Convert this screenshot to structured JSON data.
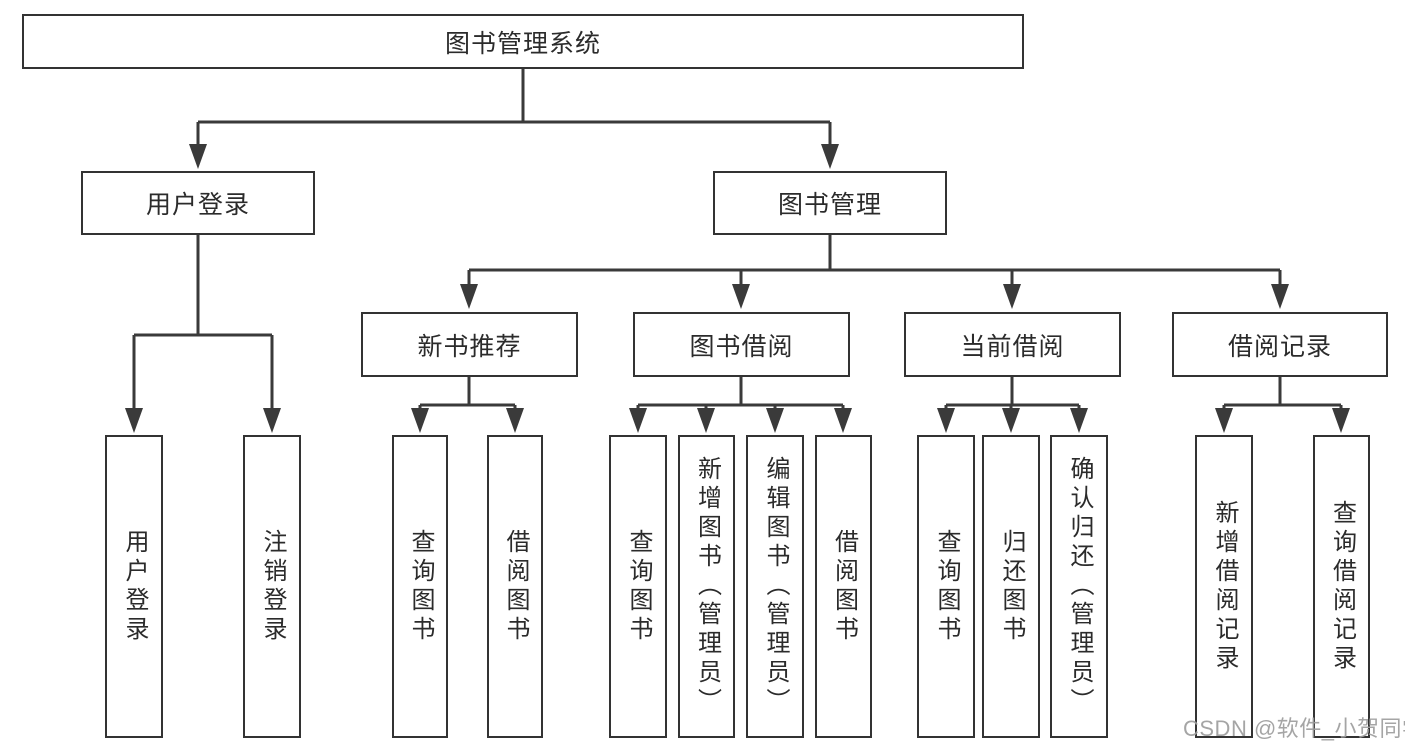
{
  "diagram": {
    "root": {
      "label": "图书管理系统"
    },
    "level2": {
      "user_login": {
        "label": "用户登录"
      },
      "book_mgmt": {
        "label": "图书管理"
      }
    },
    "level3": {
      "new_books": {
        "label": "新书推荐"
      },
      "book_borrow": {
        "label": "图书借阅"
      },
      "current_borrow": {
        "label": "当前借阅"
      },
      "borrow_records": {
        "label": "借阅记录"
      }
    },
    "leaves": {
      "user_login": [
        "用户登录",
        "注销登录"
      ],
      "new_books": [
        "查询图书",
        "借阅图书"
      ],
      "book_borrow": [
        "查询图书",
        "新增图书（管理员）",
        "编辑图书（管理员）",
        "借阅图书"
      ],
      "current_borrow": [
        "查询图书",
        "归还图书",
        "确认归还（管理员）"
      ],
      "borrow_records": [
        "新增借阅记录",
        "查询借阅记录"
      ]
    }
  },
  "watermark": {
    "text": "CSDN @软件_小贺同学"
  },
  "colors": {
    "line": "#3a3a3a",
    "box_border": "#333333",
    "text": "#2b2b2b",
    "watermark": "#9e9e9e",
    "background": "#ffffff"
  }
}
